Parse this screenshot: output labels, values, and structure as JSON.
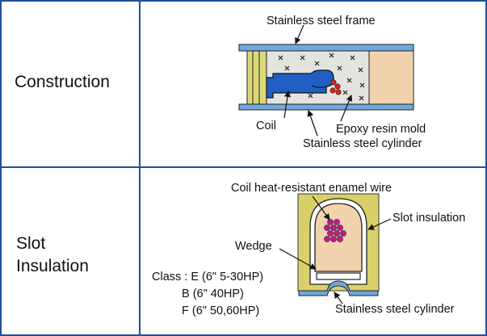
{
  "rows": [
    {
      "label": "Construction"
    },
    {
      "label_lines": [
        "Slot",
        "Insulation"
      ]
    }
  ],
  "construction": {
    "frame_label": "Stainless steel frame",
    "coil_label": "Coil",
    "epoxy_label": "Epoxy resin mold",
    "cylinder_label": "Stainless steel cylinder"
  },
  "slot": {
    "wire_label": "Coil heat-resistant enamel wire",
    "insulation_label": "Slot insulation",
    "wedge_label": "Wedge",
    "cylinder_label": "Stainless steel cylinder",
    "class_lines": [
      "Class : E (6\" 5-30HP)",
      "B (6\" 40HP)",
      "F (6\" 50,60HP)"
    ]
  },
  "colors": {
    "border": "#1f4fa0",
    "steel": "#6fa8dc",
    "epoxy": "#e4e4de",
    "coil_blue": "#1f5fc4",
    "core": "#f2d3ad",
    "insulation_yellow": "#d8d06a",
    "wire_magenta": "#c2188c",
    "red_dots": "#e02020"
  }
}
